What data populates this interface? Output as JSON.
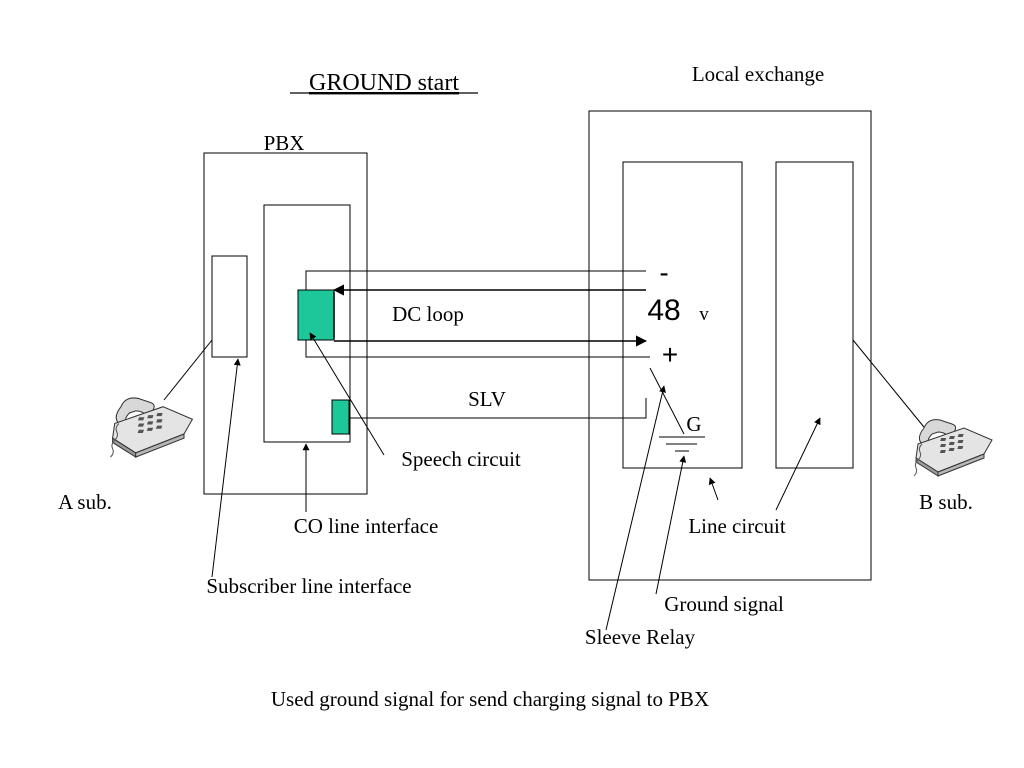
{
  "title": "GROUND start",
  "footer": "Used ground signal for send charging signal to PBX",
  "labels": {
    "local_exchange": "Local exchange",
    "pbx": "PBX",
    "dc_loop": "DC loop",
    "slv": "SLV",
    "speech_circuit": "Speech circuit",
    "co_line_interface": "CO line interface",
    "subscriber_line_interface": "Subscriber line interface",
    "a_sub": "A sub.",
    "b_sub": "B sub.",
    "line_circuit": "Line circuit",
    "ground_signal": "Ground signal",
    "sleeve_relay": "Sleeve Relay",
    "ground_g": "G",
    "minus": "-",
    "voltage_value": "48",
    "voltage_unit": "v",
    "plus": "+"
  },
  "colors": {
    "component_fill": "#1ec79a",
    "line": "#000000"
  },
  "icons": {
    "a_phone": "telephone-icon",
    "b_phone": "telephone-icon"
  }
}
